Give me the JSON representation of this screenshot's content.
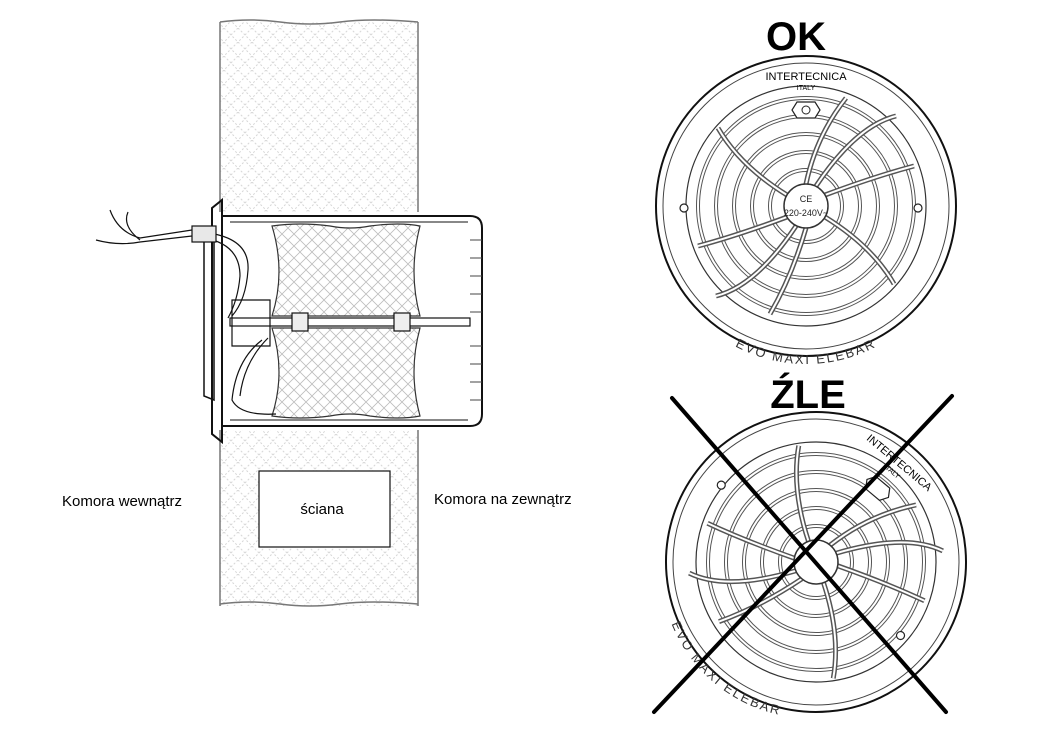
{
  "labels": {
    "inside": "Komora wewnątrz",
    "wall": "ściana",
    "outside": "Komora na zewnątrz",
    "ok": "OK",
    "bad": "ŹLE"
  },
  "fan_marking": {
    "brand": "INTERTECNICA",
    "origin": "ITALY",
    "model": "EVO MAXI ELEBAR",
    "ce": "CE",
    "voltage": "220-240V~"
  },
  "colors": {
    "ink": "#111111",
    "wall_hatch": "#d6d6d6",
    "background": "#ffffff"
  }
}
